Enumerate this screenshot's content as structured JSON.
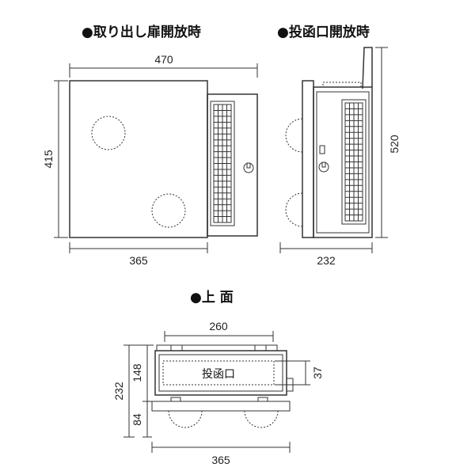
{
  "headings": {
    "front_open": "●取り出し扉開放時",
    "slot_open": "●投函口開放時",
    "top_view": "●上 面"
  },
  "dimensions": {
    "front_width_total": "470",
    "front_height": "415",
    "front_body_width": "365",
    "side_height": "520",
    "side_depth": "232",
    "top_slot_width": "260",
    "top_slot_height": "37",
    "top_depth_total": "232",
    "top_depth_body": "148",
    "top_depth_door": "84",
    "top_width": "365"
  },
  "labels": {
    "slot": "投函口"
  }
}
